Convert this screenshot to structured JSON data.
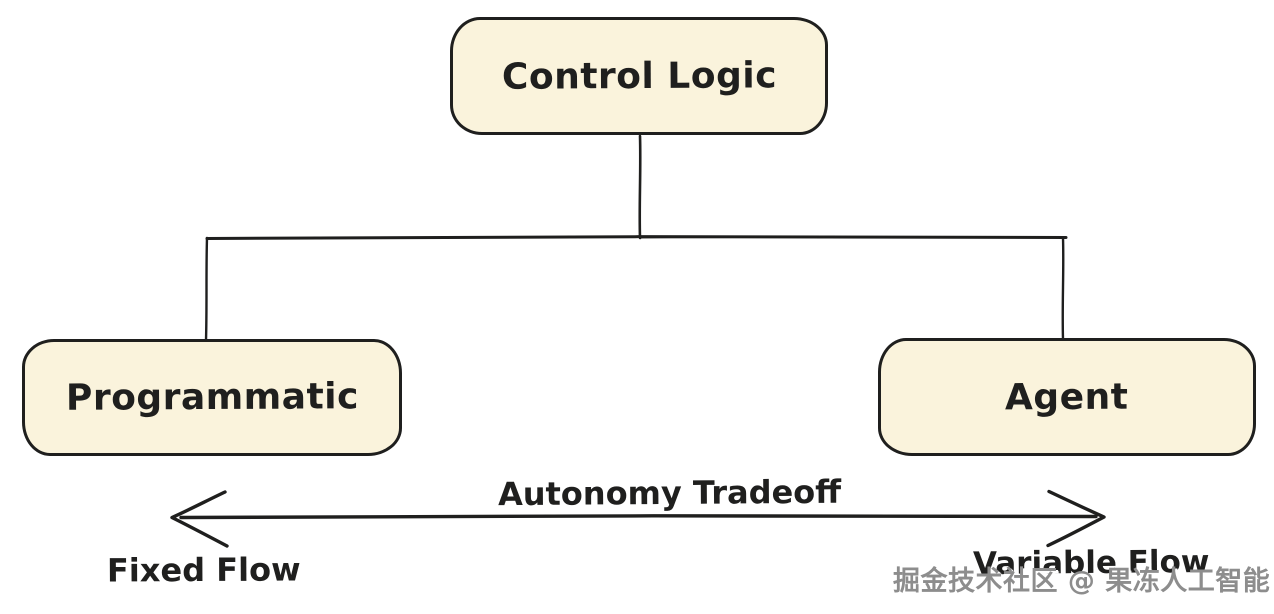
{
  "diagram": {
    "type": "tree",
    "nodes": {
      "root": {
        "label": "Control Logic"
      },
      "left_child": {
        "label": "Programmatic"
      },
      "right_child": {
        "label": "Agent"
      }
    },
    "edges": [
      {
        "from": "root",
        "to": "left_child"
      },
      {
        "from": "root",
        "to": "right_child"
      }
    ],
    "tradeoff_axis": {
      "label": "Autonomy Tradeoff",
      "left_end_label": "Fixed Flow",
      "right_end_label": "Variable Flow",
      "arrow": "double-headed"
    },
    "watermark": "掘金技术社区 @ 果冻人工智能",
    "colors": {
      "background": "#ffffff",
      "node_fill": "#faf3dc",
      "stroke": "#1f1f1e",
      "watermark_gray": "#8d8d8d"
    },
    "style": "hand-drawn sketch (excalidraw-like)"
  }
}
